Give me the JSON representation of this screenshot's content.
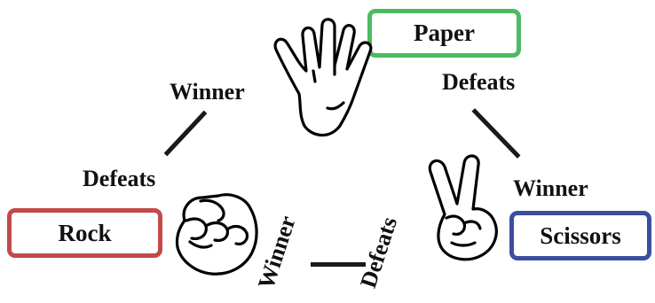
{
  "nodes": {
    "paper": {
      "label": "Paper",
      "color": "#4cba60"
    },
    "rock": {
      "label": "Rock",
      "color": "#c24a48"
    },
    "scissors": {
      "label": "Scissors",
      "color": "#3b4ea0"
    }
  },
  "edges": {
    "paper_rock": {
      "winner": "Winner",
      "defeats": "Defeats"
    },
    "paper_scissors": {
      "winner": "Winner",
      "defeats": "Defeats"
    },
    "rock_scissors": {
      "winner": "Winner",
      "defeats": "Defeats"
    }
  },
  "icons": {
    "paper": "open-hand-icon",
    "rock": "fist-icon",
    "scissors": "victory-hand-icon"
  }
}
